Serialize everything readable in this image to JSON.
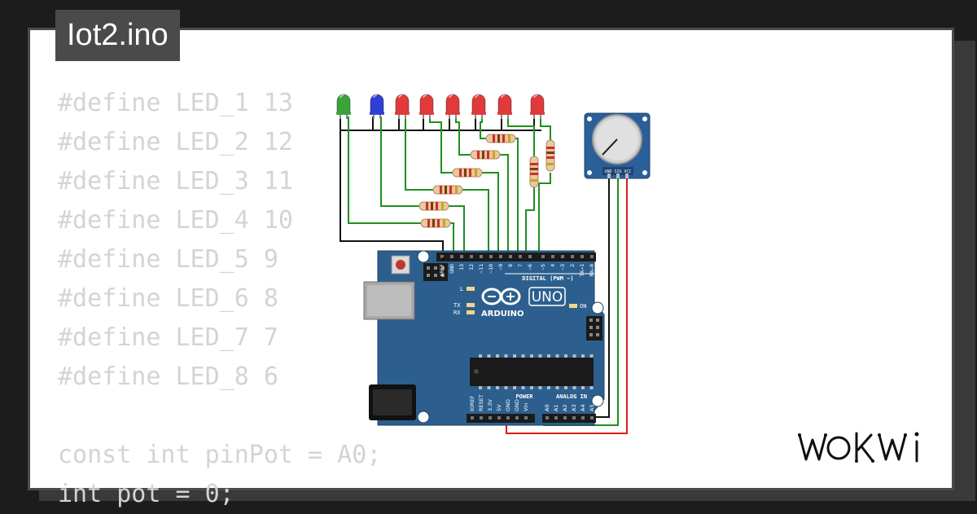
{
  "filename": "Iot2.ino",
  "code_lines": [
    "#define LED_1 13",
    "#define LED_2 12",
    "#define LED_3 11",
    "#define LED_4 10",
    "#define LED_5 9",
    "#define LED_6 8",
    "#define LED_7 7",
    "#define LED_8 6",
    "",
    "const int pinPot = A0;",
    "int pot = 0;"
  ],
  "board": {
    "brand": "ARDUINO",
    "model": "UNO",
    "digital_label": "DIGITAL (PWM ~)",
    "power_label": "POWER",
    "analog_label": "ANALOG IN",
    "on_label": "ON",
    "l_label": "L",
    "tx_label": "TX",
    "rx_label": "RX",
    "digital_pins": [
      "AREF",
      "GND",
      "13",
      "12",
      "~11",
      "~10",
      "~9",
      "8",
      "7",
      "~6",
      "~5",
      "4",
      "~3",
      "2",
      "TX→1",
      "RX←0"
    ],
    "power_pins": [
      "IOREF",
      "RESET",
      "3.3V",
      "5V",
      "GND",
      "GND",
      "Vin"
    ],
    "analog_pins": [
      "A0",
      "A1",
      "A2",
      "A3",
      "A4",
      "A5"
    ]
  },
  "potentiometer": {
    "pins_label": "GND SIG VCC"
  },
  "leds": [
    {
      "color": "#3aa33a"
    },
    {
      "color": "#2f3fd6"
    },
    {
      "color": "#e23a3a"
    },
    {
      "color": "#e23a3a"
    },
    {
      "color": "#e23a3a"
    },
    {
      "color": "#e23a3a"
    },
    {
      "color": "#e23a3a"
    },
    {
      "color": "#e23a3a"
    }
  ],
  "colors": {
    "wire_green": "#1f8f1f",
    "wire_black": "#111111",
    "wire_red": "#d81b1b",
    "board_blue": "#2c5f8e"
  },
  "brand_logo": "WOKWI"
}
